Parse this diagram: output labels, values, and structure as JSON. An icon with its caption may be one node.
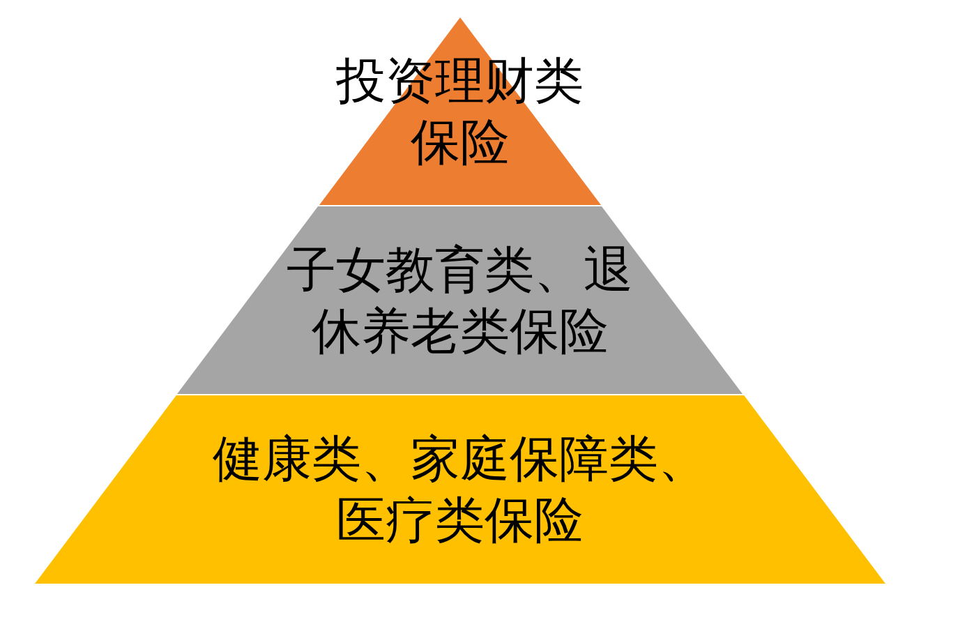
{
  "diagram": {
    "nodes": [
      {
        "text": [
          "投资理财类保险"
        ]
      },
      {
        "text": [
          "子女教育类、退休养老类保险"
        ]
      },
      {
        "text": [
          "健康类、家庭保障类、医疗类保险"
        ]
      }
    ]
  }
}
